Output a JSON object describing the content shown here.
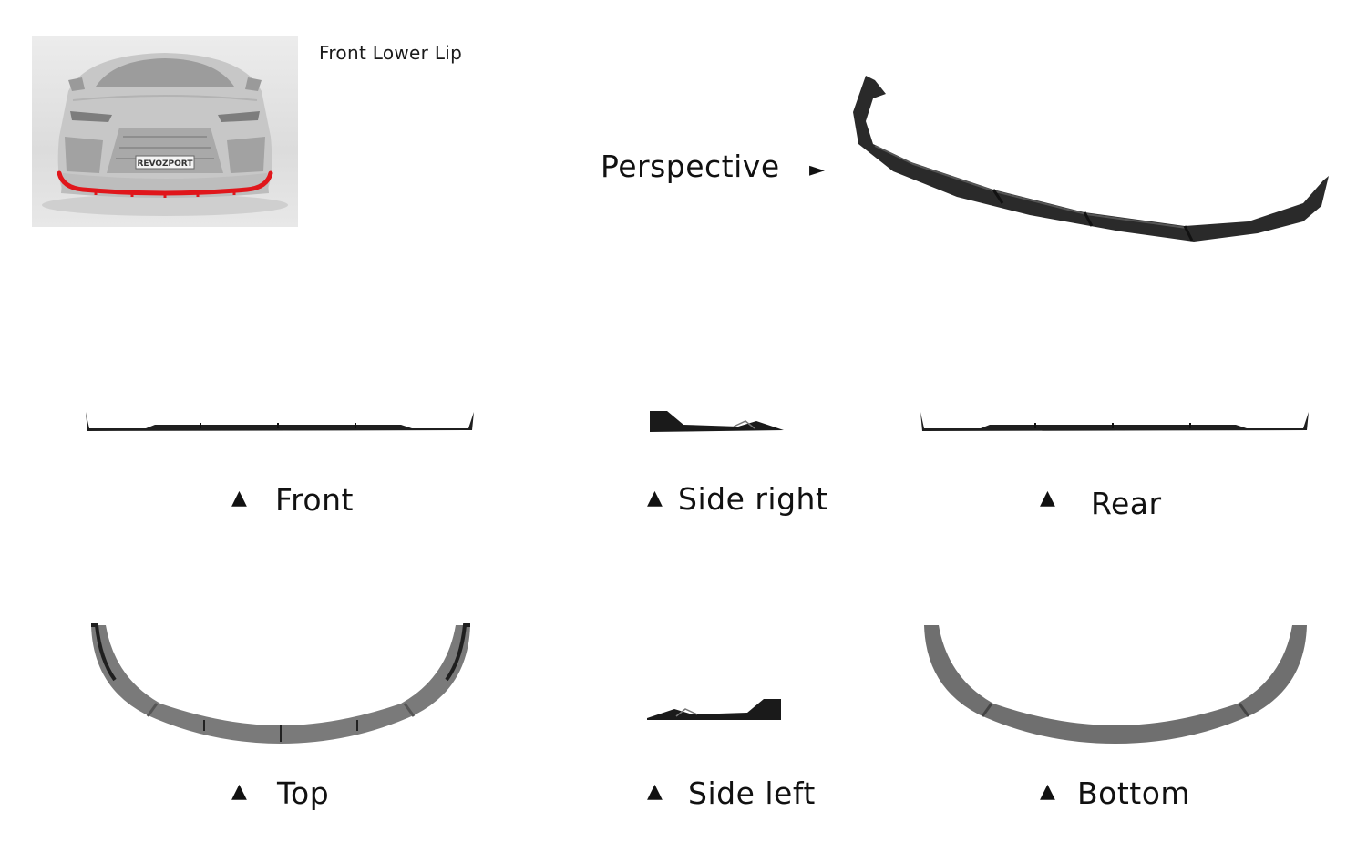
{
  "part": {
    "title": "Front Lower Lip",
    "plate_text": "REVOZPORT"
  },
  "views": {
    "perspective": "Perspective",
    "front": "Front",
    "side_right": "Side right",
    "rear": "Rear",
    "top": "Top",
    "side_left": "Side left",
    "bottom": "Bottom"
  },
  "markers": {
    "up": "▲",
    "right": "►"
  },
  "colors": {
    "highlight": "#e0161b",
    "carbon": "#2a2a2a",
    "carbon_grey": "#7a7a7a",
    "text": "#111111"
  }
}
